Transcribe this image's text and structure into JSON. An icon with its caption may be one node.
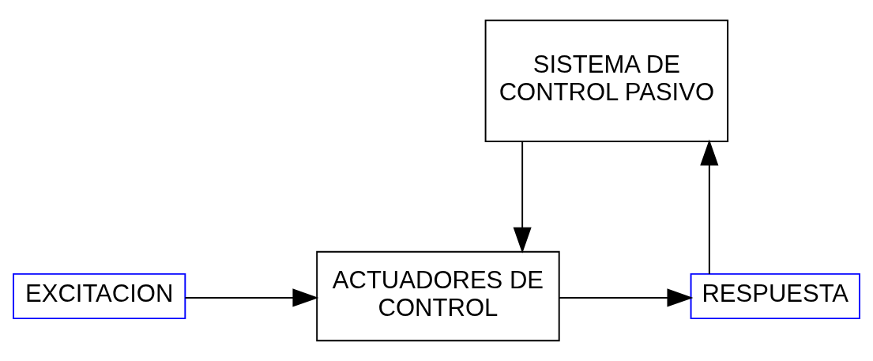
{
  "diagram": {
    "nodes": [
      {
        "text": [
          "SISTEMA DE CONTROL PASIVO"
        ]
      },
      {
        "text": [
          "EXCITACION"
        ]
      },
      {
        "text": [
          "ACTUADORES DE CONTROL"
        ]
      },
      {
        "text": [
          "RESPUESTA"
        ]
      }
    ],
    "edges": [
      {
        "from": 0,
        "to": 2,
        "arrow": "to"
      },
      {
        "from": 1,
        "to": 2,
        "arrow": "to"
      },
      {
        "from": 2,
        "to": 3,
        "arrow": "to"
      },
      {
        "from": 3,
        "to": 0,
        "arrow": "to"
      }
    ]
  }
}
